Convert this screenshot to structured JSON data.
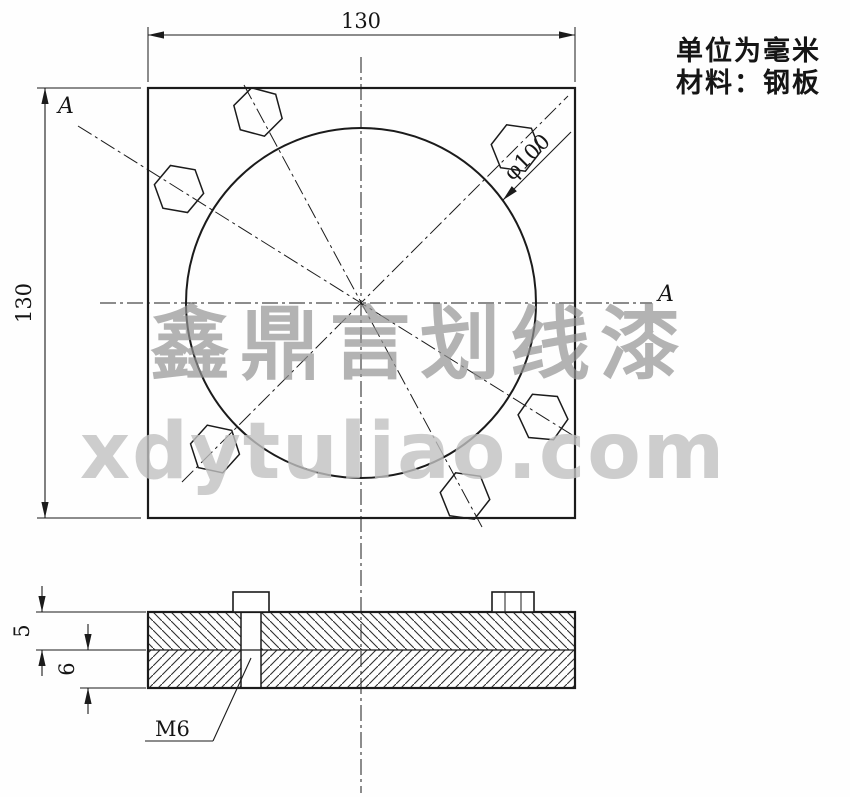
{
  "notes": {
    "units": "单位为毫米",
    "material": "材料：钢板"
  },
  "top_view": {
    "dim_width": "130",
    "dim_height": "130",
    "dim_diameter": "φ100",
    "section_label_left": "A",
    "section_label_right": "A"
  },
  "section_view": {
    "dim_upper_thickness": "5",
    "dim_lower_thickness": "6",
    "thread_label": "M6"
  },
  "watermark": {
    "line1": "鑫鼎言划线漆",
    "line2": "xdytuliao.com"
  }
}
